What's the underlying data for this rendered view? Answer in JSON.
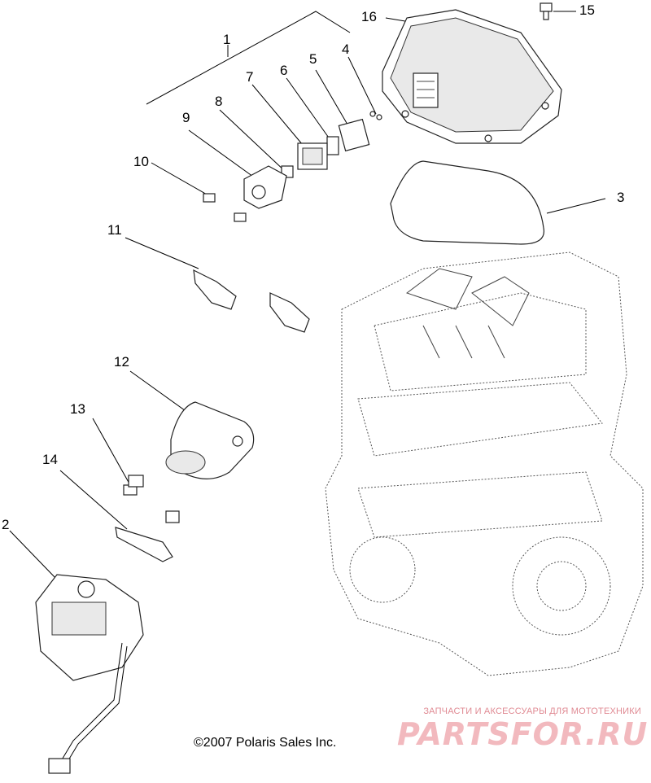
{
  "callouts": [
    {
      "id": "c1",
      "label": "1"
    },
    {
      "id": "c2",
      "label": "2"
    },
    {
      "id": "c3",
      "label": "3"
    },
    {
      "id": "c4",
      "label": "4"
    },
    {
      "id": "c5",
      "label": "5"
    },
    {
      "id": "c6",
      "label": "6"
    },
    {
      "id": "c7",
      "label": "7"
    },
    {
      "id": "c8",
      "label": "8"
    },
    {
      "id": "c9",
      "label": "9"
    },
    {
      "id": "c10",
      "label": "10"
    },
    {
      "id": "c11",
      "label": "11"
    },
    {
      "id": "c12",
      "label": "12"
    },
    {
      "id": "c13",
      "label": "13"
    },
    {
      "id": "c14",
      "label": "14"
    },
    {
      "id": "c15",
      "label": "15"
    },
    {
      "id": "c16",
      "label": "16"
    }
  ],
  "copyright": "©2007 Polaris Sales Inc.",
  "watermark": {
    "tagline": "ЗАПЧАСТИ И АКСЕССУАРЫ ДЛЯ МОТОТЕХНИКИ",
    "logo": "PARTSFOR.RU"
  }
}
